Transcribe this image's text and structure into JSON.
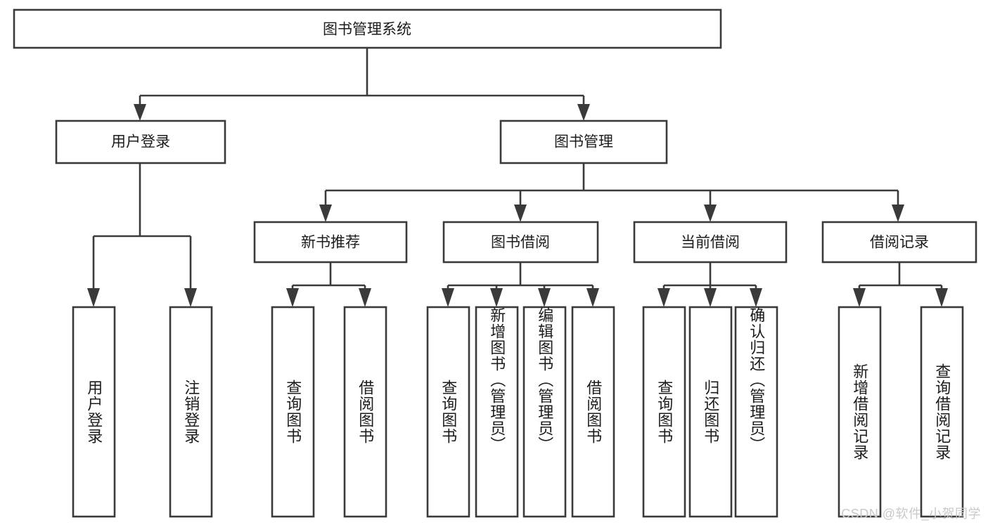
{
  "diagram": {
    "type": "tree-hierarchy",
    "title": "图书管理系统",
    "watermark": "CSDN @软件_小贺同学",
    "colors": {
      "background": "#ffffff",
      "box_fill": "#ffffff",
      "stroke": "#3a3a3a",
      "text": "#1c1c1c",
      "watermark": "#c9c9c9"
    },
    "root": {
      "label": "图书管理系统"
    },
    "level2": [
      {
        "id": "user-login",
        "label": "用户登录"
      },
      {
        "id": "book-manage",
        "label": "图书管理"
      }
    ],
    "level3": [
      {
        "id": "new-book-recommend",
        "label": "新书推荐",
        "parent": "book-manage"
      },
      {
        "id": "book-borrow",
        "label": "图书借阅",
        "parent": "book-manage"
      },
      {
        "id": "current-borrow",
        "label": "当前借阅",
        "parent": "book-manage"
      },
      {
        "id": "borrow-record",
        "label": "借阅记录",
        "parent": "book-manage"
      }
    ],
    "leaves": [
      {
        "id": "leaf-user-login",
        "label": "用户登录",
        "parent": "user-login"
      },
      {
        "id": "leaf-logout",
        "label": "注销登录",
        "parent": "user-login"
      },
      {
        "id": "leaf-query-book-1",
        "label": "查询图书",
        "parent": "new-book-recommend"
      },
      {
        "id": "leaf-borrow-book-1",
        "label": "借阅图书",
        "parent": "new-book-recommend"
      },
      {
        "id": "leaf-query-book-2",
        "label": "查询图书",
        "parent": "book-borrow"
      },
      {
        "id": "leaf-add-book",
        "label": "新增图书（管理员）",
        "parent": "book-borrow"
      },
      {
        "id": "leaf-edit-book",
        "label": "编辑图书（管理员）",
        "parent": "book-borrow"
      },
      {
        "id": "leaf-borrow-book-2",
        "label": "借阅图书",
        "parent": "book-borrow"
      },
      {
        "id": "leaf-query-book-3",
        "label": "查询图书",
        "parent": "current-borrow"
      },
      {
        "id": "leaf-return-book",
        "label": "归还图书",
        "parent": "current-borrow"
      },
      {
        "id": "leaf-confirm-return",
        "label": "确认归还（管理员）",
        "parent": "current-borrow"
      },
      {
        "id": "leaf-add-record",
        "label": "新增借阅记录",
        "parent": "borrow-record"
      },
      {
        "id": "leaf-query-record",
        "label": "查询借阅记录",
        "parent": "borrow-record"
      }
    ]
  }
}
